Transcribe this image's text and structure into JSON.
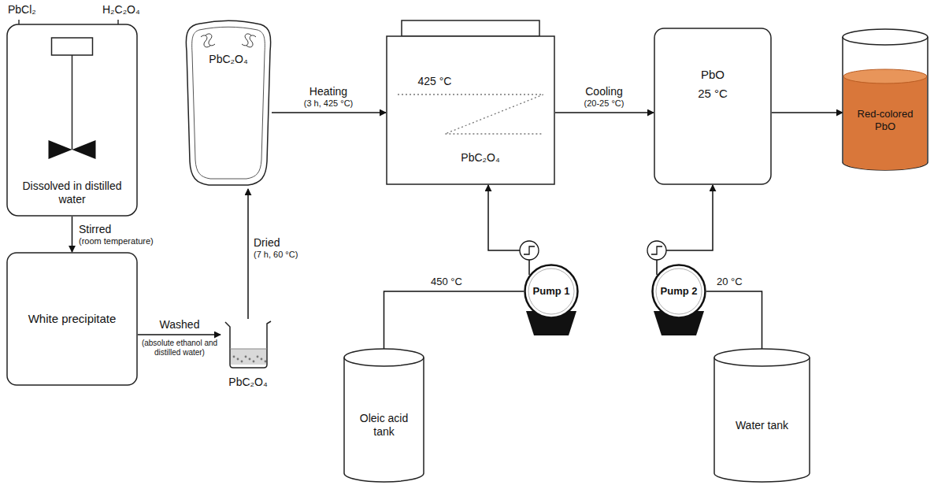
{
  "diagram": {
    "nodes": [
      {
        "text": [
          "Dissolved in distilled water"
        ]
      },
      {
        "text": [
          "White precipitate"
        ]
      },
      {
        "text": [
          "PbC₂O₄"
        ]
      },
      {
        "text": [
          "PbC₂O₄"
        ]
      },
      {
        "text": [
          "425 °C",
          "PbC₂O₄"
        ]
      },
      {
        "text": [
          "PbO",
          "25 °C"
        ]
      },
      {
        "text": [
          "Red-colored PbO"
        ]
      },
      {
        "text": [
          "Oleic acid tank"
        ]
      },
      {
        "text": [
          "Pump 1"
        ]
      },
      {
        "text": [
          "Pump 2"
        ]
      },
      {
        "text": [
          "Water tank"
        ]
      }
    ],
    "edges": [
      {
        "from": 0,
        "to": 1,
        "label": "Stirred",
        "arrow": "to"
      },
      {
        "from": 1,
        "to": 2,
        "label": "Washed",
        "arrow": "to"
      },
      {
        "from": 2,
        "to": 3,
        "label": "Dried",
        "arrow": "to"
      },
      {
        "from": 3,
        "to": 4,
        "label": "Heating",
        "arrow": "to"
      },
      {
        "from": 4,
        "to": 5,
        "label": "Cooling",
        "arrow": "to"
      },
      {
        "from": 5,
        "to": 6,
        "arrow": "to"
      },
      {
        "from": 7,
        "to": 8,
        "label": "450 °C",
        "arrow": "none"
      },
      {
        "from": 8,
        "to": 4,
        "arrow": "to"
      },
      {
        "from": 10,
        "to": 9,
        "label": "20 °C",
        "arrow": "none"
      },
      {
        "from": 9,
        "to": 5,
        "arrow": "to"
      }
    ],
    "labels": [
      "PbCl₂",
      "H₂C₂O₄",
      "(room temperature)",
      "(absolute ethanol and distilled water)",
      "(7 h, 60 °C)",
      "(3 h, 425 °C)",
      "(20-25 °C)"
    ]
  }
}
